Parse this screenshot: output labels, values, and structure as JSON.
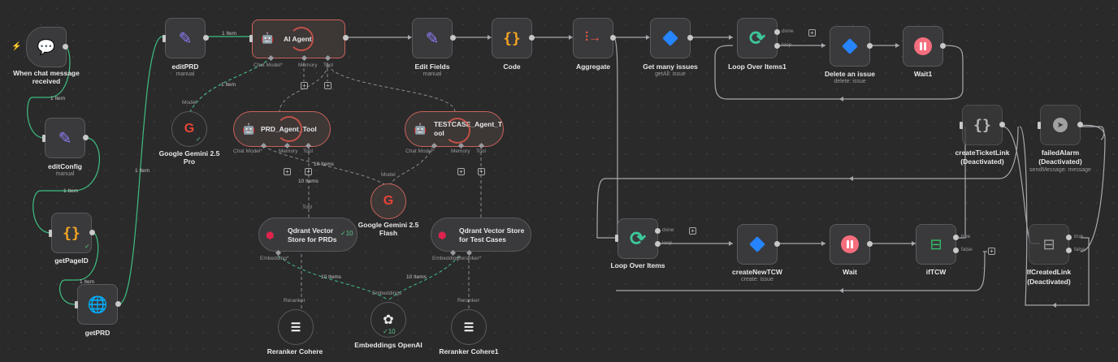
{
  "nodes": {
    "chat_trigger": {
      "label_1": "When chat message",
      "label_2": "received"
    },
    "edit_prd": {
      "label": "editPRD",
      "sub": "manual"
    },
    "edit_config": {
      "label": "editConfig",
      "sub": "manual"
    },
    "get_page_id": {
      "label": "getPageID"
    },
    "get_prd": {
      "label": "getPRD"
    },
    "ai_agent": {
      "label": "AI Agent",
      "port_model": "Chat Model*",
      "port_memory": "Memory",
      "port_tool": "Tool"
    },
    "edit_fields": {
      "label": "Edit Fields",
      "sub": "manual"
    },
    "code": {
      "label": "Code"
    },
    "aggregate": {
      "label": "Aggregate"
    },
    "get_many_issues": {
      "label": "Get many issues",
      "sub": "getAll: issue"
    },
    "loop_over_items1": {
      "label": "Loop Over Items1",
      "out_done": "done",
      "out_loop": "loop"
    },
    "delete_issue": {
      "label": "Delete an issue",
      "sub": "delete: issue"
    },
    "wait1": {
      "label": "Wait1"
    },
    "gemini_pro": {
      "type": "Model",
      "label_1": "Google Gemini 2.5",
      "label_2": "Pro"
    },
    "prd_agent_tool": {
      "label": "PRD_Agent_Tool",
      "port_model": "Chat Model*",
      "port_memory": "Memory",
      "port_tool": "Tool"
    },
    "testcase_agent_tool": {
      "label_1": "TESTCASE_Agent_T",
      "label_2": "ool",
      "port_model": "Chat Model*",
      "port_memory": "Memory",
      "port_tool": "Tool"
    },
    "gemini_flash": {
      "type": "Model",
      "label_1": "Google Gemini 2.5",
      "label_2": "Flash"
    },
    "qdrant_prds": {
      "type": "Tool",
      "label_1": "Qdrant Vector",
      "label_2": "Store for PRDs",
      "badge": "10",
      "port_embedding": "Embedding*"
    },
    "qdrant_tests": {
      "type": "Tool",
      "label_1": "Qdrant Vector Store",
      "label_2": "for Test Cases",
      "port_embedding": "Embedding*",
      "port_reranker": "Reranker*"
    },
    "reranker_cohere": {
      "type": "Reranker",
      "label": "Reranker Cohere"
    },
    "embeddings_openai": {
      "type": "Embeddings",
      "label": "Embeddings OpenAI",
      "badge": "10"
    },
    "reranker_cohere1": {
      "type": "Reranker",
      "label": "Reranker Cohere1"
    },
    "create_ticket_link": {
      "label_1": "createTicketLink",
      "label_2": "(Deactivated)"
    },
    "failed_alarm": {
      "label_1": "failedAlarm",
      "label_2": "(Deactivated)",
      "sub": "sendMessage: message"
    },
    "loop_over_items": {
      "label": "Loop Over Items",
      "out_done": "done",
      "out_loop": "loop"
    },
    "create_new_tcw": {
      "label": "createNewTCW",
      "sub": "create: issue"
    },
    "wait": {
      "label": "Wait"
    },
    "if_tcw": {
      "label": "ifTCW",
      "out_true": "true",
      "out_false": "false"
    },
    "if_created_link": {
      "label_1": "IfCreatedLink",
      "label_2": "(Deactivated)",
      "out_true": "true",
      "out_false": "false"
    }
  },
  "edge_labels": {
    "one_item": "1 Item",
    "ten_items": "10 Items"
  },
  "colors": {
    "canvas": "#2a2a2b",
    "node_fill": "#3a3a3c",
    "agent_border": "#c9635a",
    "success_edge": "#3fbf7f",
    "wire": "#a8a8ac",
    "jira": "#2684ff",
    "wait": "#f56e7e"
  },
  "icons": {
    "chat_trigger": "chat-bubbles-icon",
    "edit": "pencil-icon",
    "code": "braces-icon",
    "http": "globe-icon",
    "agent": "robot-icon",
    "aggregate": "aggregate-icon",
    "jira": "jira-icon",
    "loop": "loop-arrows-icon",
    "wait": "pause-icon",
    "if": "if-branch-icon",
    "gemini": "google-icon",
    "qdrant": "qdrant-icon",
    "cohere": "cohere-icon",
    "openai": "openai-icon",
    "telegram": "telegram-icon"
  }
}
